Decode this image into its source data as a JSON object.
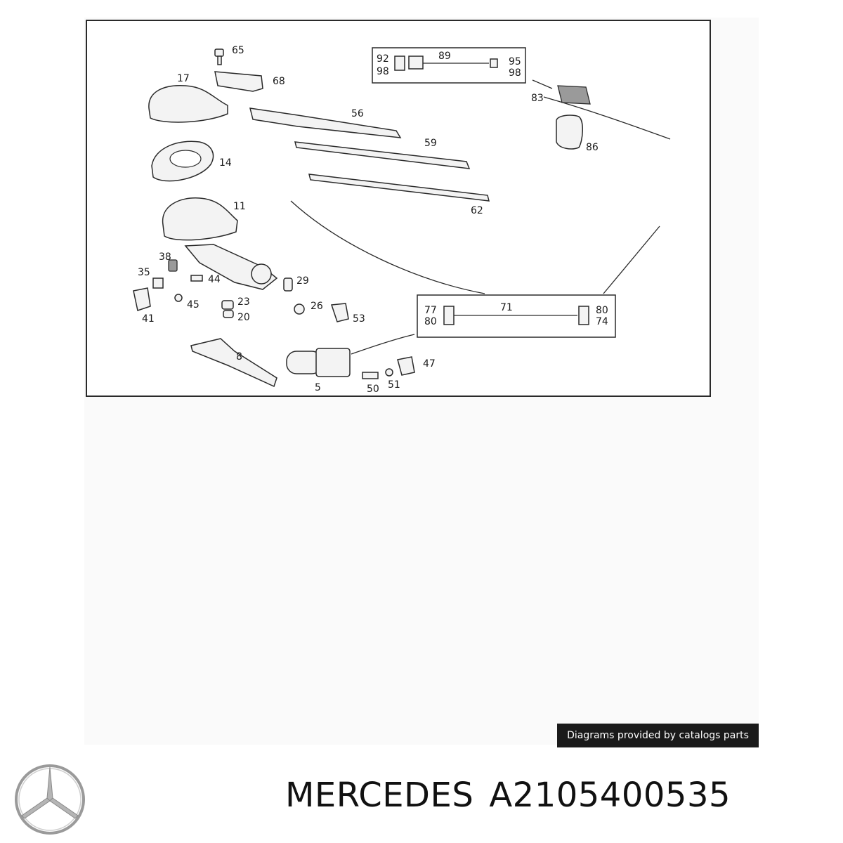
{
  "diagram": {
    "callouts": {
      "c65": "65",
      "c17": "17",
      "c68": "68",
      "c92": "92",
      "c98a": "98",
      "c89": "89",
      "c95": "95",
      "c98b": "98",
      "c83": "83",
      "c56": "56",
      "c59": "59",
      "c86": "86",
      "c14": "14",
      "c62": "62",
      "c11": "11",
      "c38": "38",
      "c35": "35",
      "c44": "44",
      "c29": "29",
      "c45": "45",
      "c23": "23",
      "c26": "26",
      "c53": "53",
      "c41": "41",
      "c20": "20",
      "c77": "77",
      "c80a": "80",
      "c71": "71",
      "c80b": "80",
      "c74": "74",
      "c8": "8",
      "c47": "47",
      "c5": "5",
      "c50": "50",
      "c51": "51"
    }
  },
  "footer": {
    "credit": "Diagrams provided by catalogs parts",
    "brand": "MERCEDES",
    "part_number": "A2105400535"
  }
}
